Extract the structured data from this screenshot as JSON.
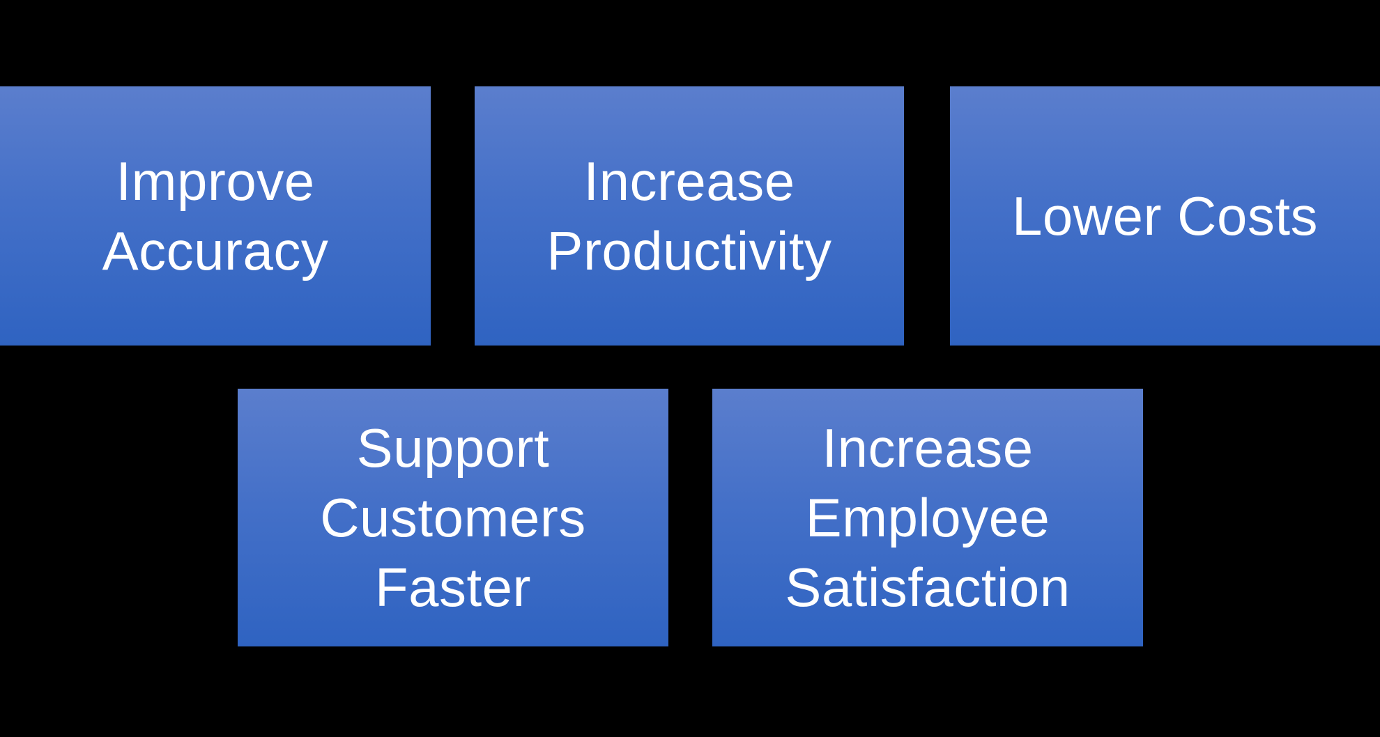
{
  "slide": {
    "background_color": "#000000",
    "shape_fill_top_color": "#5b7ecd",
    "shape_fill_bottom_color": "#2f63c1",
    "shape_text_color": "#ffffff",
    "boxes": [
      {
        "id": "improve-accuracy",
        "lines": [
          "Improve",
          "Accuracy"
        ]
      },
      {
        "id": "increase-productivity",
        "lines": [
          "Increase",
          "Productivity"
        ]
      },
      {
        "id": "lower-costs",
        "lines": [
          "Lower Costs"
        ]
      },
      {
        "id": "support-customers-faster",
        "lines": [
          "Support",
          "Customers",
          "Faster"
        ]
      },
      {
        "id": "increase-employee-satisfaction",
        "lines": [
          "Increase",
          "Employee",
          "Satisfaction"
        ]
      }
    ]
  }
}
